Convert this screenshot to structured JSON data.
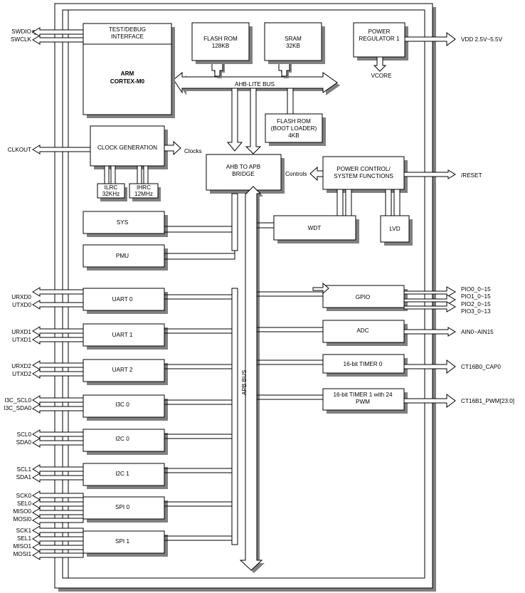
{
  "blocks": {
    "test_debug": [
      "TEST/DEBUG",
      "INTERFACE"
    ],
    "arm": [
      "ARM",
      "CORTEX-M0"
    ],
    "flash_rom": [
      "FLASH ROM",
      "128KB"
    ],
    "sram": [
      "SRAM",
      "32KB"
    ],
    "power_regulator": [
      "POWER",
      "REGULATOR 1"
    ],
    "vcore": "VCORE",
    "ahb_lite_bus": "AHB-LITE BUS",
    "flash_boot": [
      "FLASH ROM",
      "(BOOT LOADER)",
      "4KB"
    ],
    "clock_generation": "CLOCK GENERATION",
    "clocks": "Clocks",
    "ilrc": [
      "ILRC",
      "32KHz"
    ],
    "ihrc": [
      "IHRC",
      "12MHz"
    ],
    "ahb_to_apb": [
      "AHB TO APB",
      "BRIDGE"
    ],
    "controls": "Controls",
    "power_control": [
      "POWER CONTROL/",
      "SYSTEM FUNCTIONS"
    ],
    "sys": "SYS",
    "pmu": "PMU",
    "wdt": "WDT",
    "lvd": "LVD",
    "uart0": "UART 0",
    "uart1": "UART 1",
    "uart2": "UART 2",
    "i3c0": "I3C 0",
    "i2c0": "I2C 0",
    "i2c1": "I2C 1",
    "spi0": "SPI 0",
    "spi1": "SPI 1",
    "gpio": "GPIO",
    "adc": "ADC",
    "timer0": "16-bit TIMER 0",
    "timer1": [
      "16-bit TIMER 1 with 24",
      "PWM"
    ],
    "apb_bus": "APB BUS"
  },
  "pins_left": {
    "swdio": "SWDIO",
    "swclk": "SWCLK",
    "clkout": "CLKOUT",
    "urxd0": "URXD0",
    "utxd0": "UTXD0",
    "urxd1": "URXD1",
    "utxd1": "UTXD1",
    "urxd2": "URXD2",
    "utxd2": "UTXD2",
    "i3c_scl0": "I3C_SCL0",
    "i3c_sda0": "I3C_SDA0",
    "scl0": "SCL0",
    "sda0": "SDA0",
    "scl1": "SCL1",
    "sda1": "SDA1",
    "sck0": "SCK0",
    "sel0": "SEL0",
    "miso0": "MISO0",
    "mosi0": "MOSI0",
    "sck1": "SCK1",
    "sel1": "SEL1",
    "miso1": "MISO1",
    "mosi1": "MOSI1"
  },
  "pins_right": {
    "vdd": "VDD 2.5V~5.5V",
    "reset": "/RESET",
    "pio0": "PIO0_0~15",
    "pio1": "PIO1_0~15",
    "pio2": "PIO2_0~15",
    "pio3": "PIO3_0~13",
    "ain": "AIN0~AIN15",
    "ct16b0": "CT16B0_CAP0",
    "ct16b1": "CT16B1_PWM[23:0]"
  }
}
